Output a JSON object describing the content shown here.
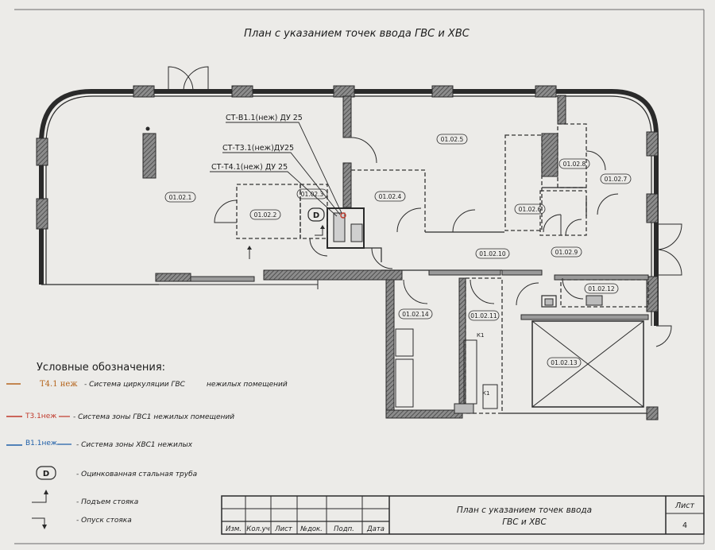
{
  "title": "План с указанием точек ввода ГВС и ХВС",
  "callouts": {
    "b1": "СТ-В1.1(неж) ДУ 25",
    "t3": "СТ-Т3.1(неж)ДУ25",
    "t4": "СТ-Т4.1(неж) ДУ 25"
  },
  "valve_mark": "D",
  "rooms": {
    "r1": "01.02.1",
    "r2": "01.02.2",
    "r3": "01.02.3",
    "r4": "01.02.4",
    "r5": "01.02.5",
    "r6": "01.02.6",
    "r7": "01.02.7",
    "r8": "01.02.8",
    "r9": "01.02.9",
    "r10": "01.02.10",
    "r11": "01.02.11",
    "r12": "01.02.12",
    "r13": "01.02.13",
    "r14": "01.02.14"
  },
  "k_marks": {
    "k1a": "К1",
    "k1b": "К1"
  },
  "legend": {
    "heading": "Условные обозначения:",
    "items": [
      {
        "code": "Т4.1 неж",
        "text": "- Система циркуляции ГВС",
        "text2": "нежилых помещений",
        "color": "#b5651d"
      },
      {
        "code": "Т3.1неж",
        "text": "- Система зоны ГВС1 нежилых помещений",
        "color": "#c0392b"
      },
      {
        "code": "В1.1неж",
        "text": "- Система зоны ХВС1 нежилых",
        "color": "#1f5fa8"
      },
      {
        "code": "D",
        "text": "- Оцинкованная стальная труба"
      },
      {
        "code": "",
        "text": "- Подъем стояка"
      },
      {
        "code": "",
        "text": "- Опуск стояка"
      }
    ]
  },
  "stamp": {
    "columns": [
      "Изм.",
      "Кол.уч",
      "Лист",
      "№док.",
      "Подп.",
      "Дата"
    ],
    "title_line1": "План с указанием точек ввода",
    "title_line2": "ГВС и ХВС",
    "sheet_label": "Лист",
    "sheet_number": "4"
  },
  "colors": {
    "wall": "#2a2a2a",
    "wall_fill": "#9a9a9a",
    "dashed": "#333333",
    "t4": "#b5651d",
    "t3": "#c0392b",
    "b1": "#1f5fa8"
  }
}
